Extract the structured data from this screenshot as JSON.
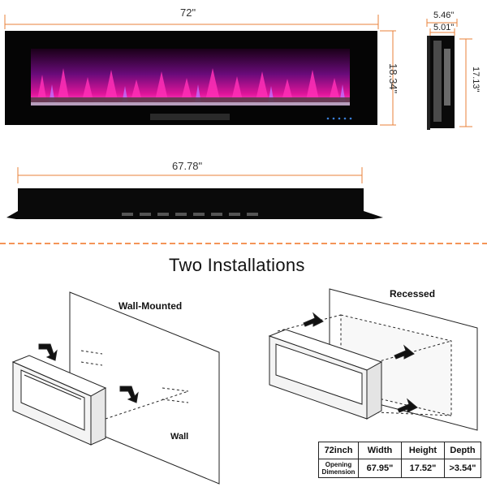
{
  "top": {
    "width_label": "72\"",
    "height_label": "18.34\"",
    "depth_outer_label": "5.46\"",
    "depth_inner_label": "5.01\"",
    "side_height_label": "17.13\"",
    "bottom_width_label": "67.78\""
  },
  "section": {
    "title": "Two Installations",
    "wall_mounted_label": "Wall-Mounted",
    "recessed_label": "Recessed",
    "wall_label": "Wall"
  },
  "spec_table": {
    "model": "72inch",
    "headers": [
      "Width",
      "Height",
      "Depth"
    ],
    "row_label": "Opening Dimension",
    "values": [
      "67.95\"",
      "17.52\"",
      ">3.54\""
    ]
  },
  "colors": {
    "dimension_line": "#e8823a",
    "divider": "#f07020",
    "flame_magenta": "#e0149a",
    "flame_purple": "#8a2be2"
  }
}
